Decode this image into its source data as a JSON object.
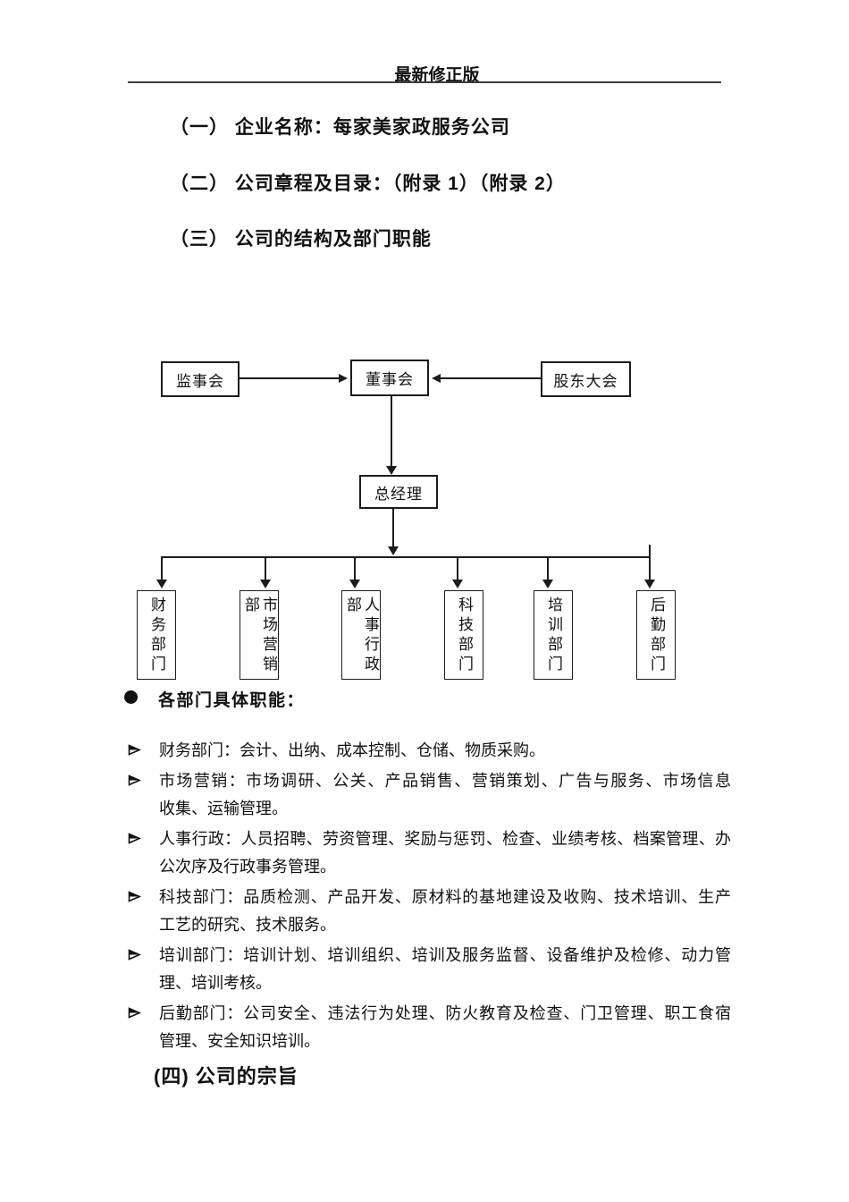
{
  "colors": {
    "text": "#111111",
    "rule": "#3d3d3d",
    "background": "#ffffff"
  },
  "page": {
    "header_title": "最新修正版"
  },
  "headings": {
    "h1": "（一） 企业名称：每家美家政服务公司",
    "h2": "（二） 公司章程及目录：（附录 1）（附录 2）",
    "h3": "（三） 公司的结构及部门职能",
    "h4": "(四) 公司的宗旨"
  },
  "org_chart": {
    "top_row": {
      "supervisory_board": "监事会",
      "board_of_directors": "董事会",
      "shareholders_meeting": "股东大会"
    },
    "general_manager": "总经理",
    "departments": [
      {
        "label": "财务部门"
      },
      {
        "label": "市场营销\n部"
      },
      {
        "label": "人事行政\n部"
      },
      {
        "label": "科技部门"
      },
      {
        "label": "培训部门"
      },
      {
        "label": "后勤部门"
      }
    ]
  },
  "functions_section": {
    "heading": "各部门具体职能：",
    "icons": {
      "section_bullet": "filled-circle",
      "item_bullet": "arrowhead-right"
    },
    "items": [
      {
        "lines": [
          "财务部门：会计、出纳、成本控制、仓储、物质采购。"
        ]
      },
      {
        "lines": [
          "市场营销：市场调研、公关、产品销售、营销策划、广告与服务、市场信息",
          "收集、运输管理。"
        ]
      },
      {
        "lines": [
          "人事行政：人员招聘、劳资管理、奖励与惩罚、检查、业绩考核、档案管理、办",
          "公次序及行政事务管理。"
        ]
      },
      {
        "lines": [
          "科技部门：品质检测、产品开发、原材料的基地建设及收购、技术培训、生产",
          "工艺的研究、技术服务。"
        ]
      },
      {
        "lines": [
          "培训部门：培训计划、培训组织、培训及服务监督、设备维护及检修、动力管",
          "理、培训考核。"
        ]
      },
      {
        "lines": [
          "后勤部门：公司安全、违法行为处理、防火教育及检查、门卫管理、职工食宿",
          "管理、安全知识培训。"
        ]
      }
    ]
  }
}
